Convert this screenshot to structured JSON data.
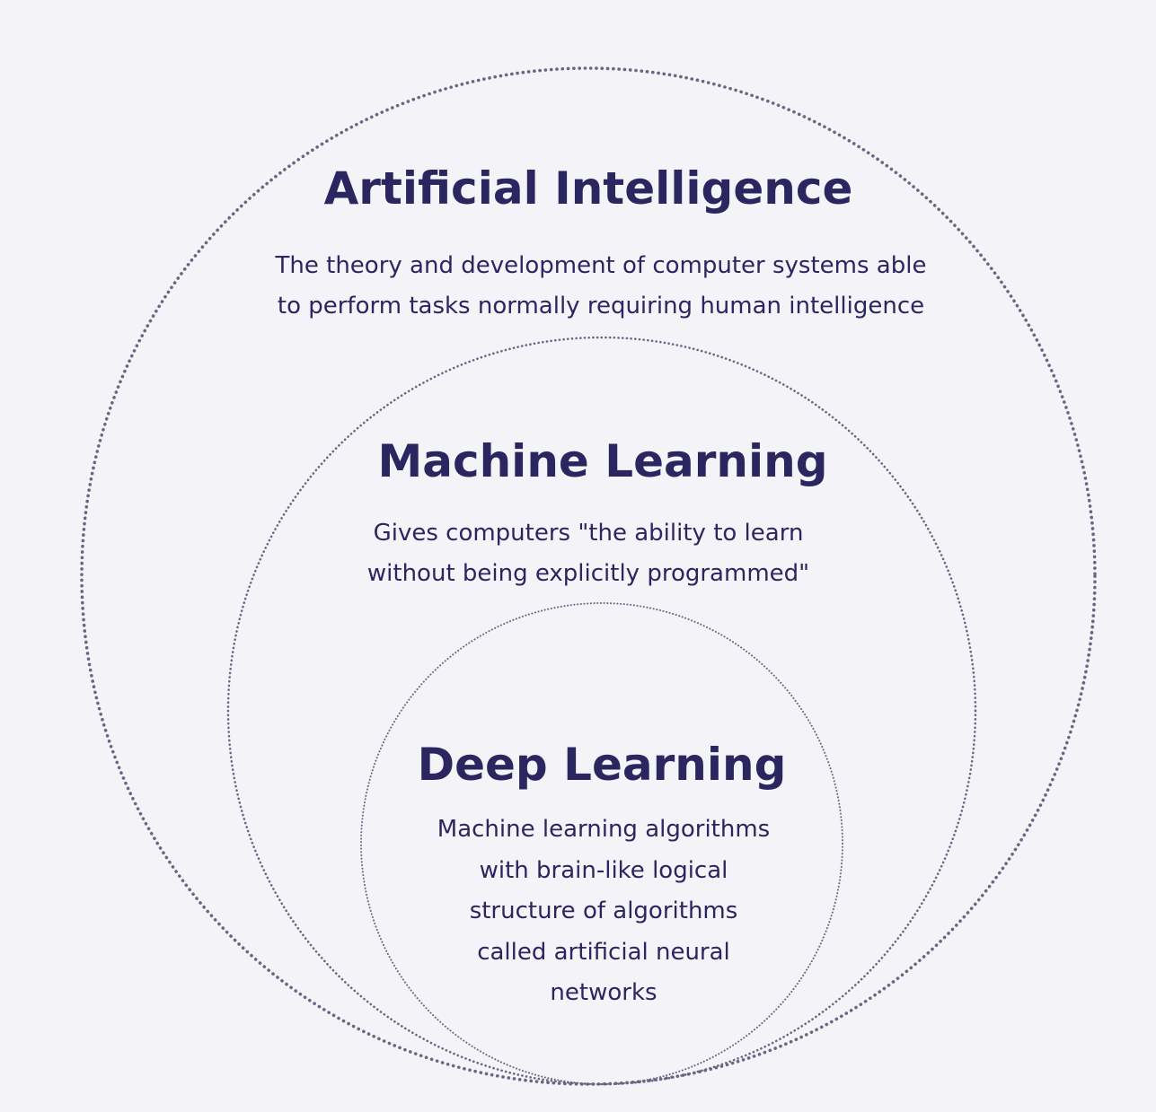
{
  "colors": {
    "background": "#f4f4f8",
    "text": "#2b2560",
    "ring": "#6a6583"
  },
  "circles": [
    {
      "title": "Artificial Intelligence",
      "description": "The theory and development of computer systems able\nto perform tasks normally requiring human intelligence"
    },
    {
      "title": "Machine Learning",
      "description": "Gives computers \"the ability to learn\nwithout being explicitly programmed\""
    },
    {
      "title": "Deep Learning",
      "description": "Machine learning algorithms\nwith brain-like logical\nstructure of algorithms\ncalled artificial neural\nnetworks"
    }
  ]
}
